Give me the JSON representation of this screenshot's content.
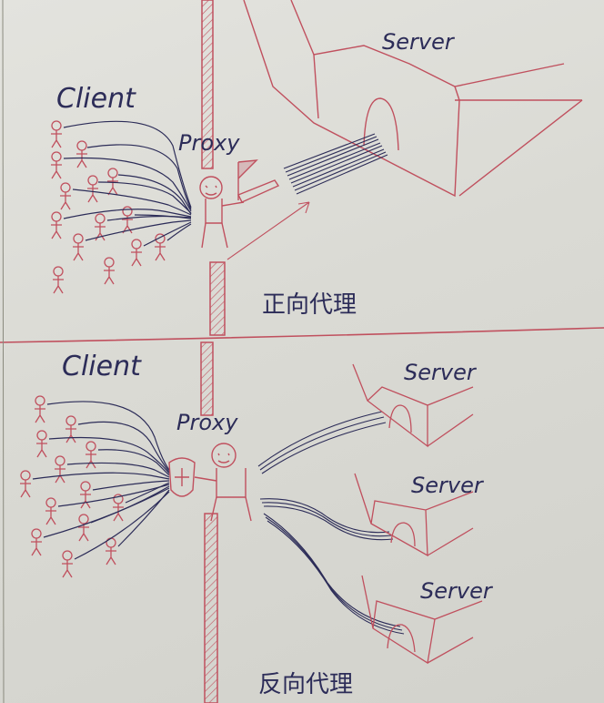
{
  "forward_proxy": {
    "client_label": "Client",
    "proxy_label": "Proxy",
    "server_label": "Server",
    "caption": "正向代理"
  },
  "reverse_proxy": {
    "client_label": "Client",
    "proxy_label": "Proxy",
    "server_labels": [
      "Server",
      "Server",
      "Server"
    ],
    "caption": "反向代理"
  },
  "colors": {
    "pen_blue": "#2c2c58",
    "pen_red": "#c0505e",
    "paper": "#dcdcd6"
  }
}
